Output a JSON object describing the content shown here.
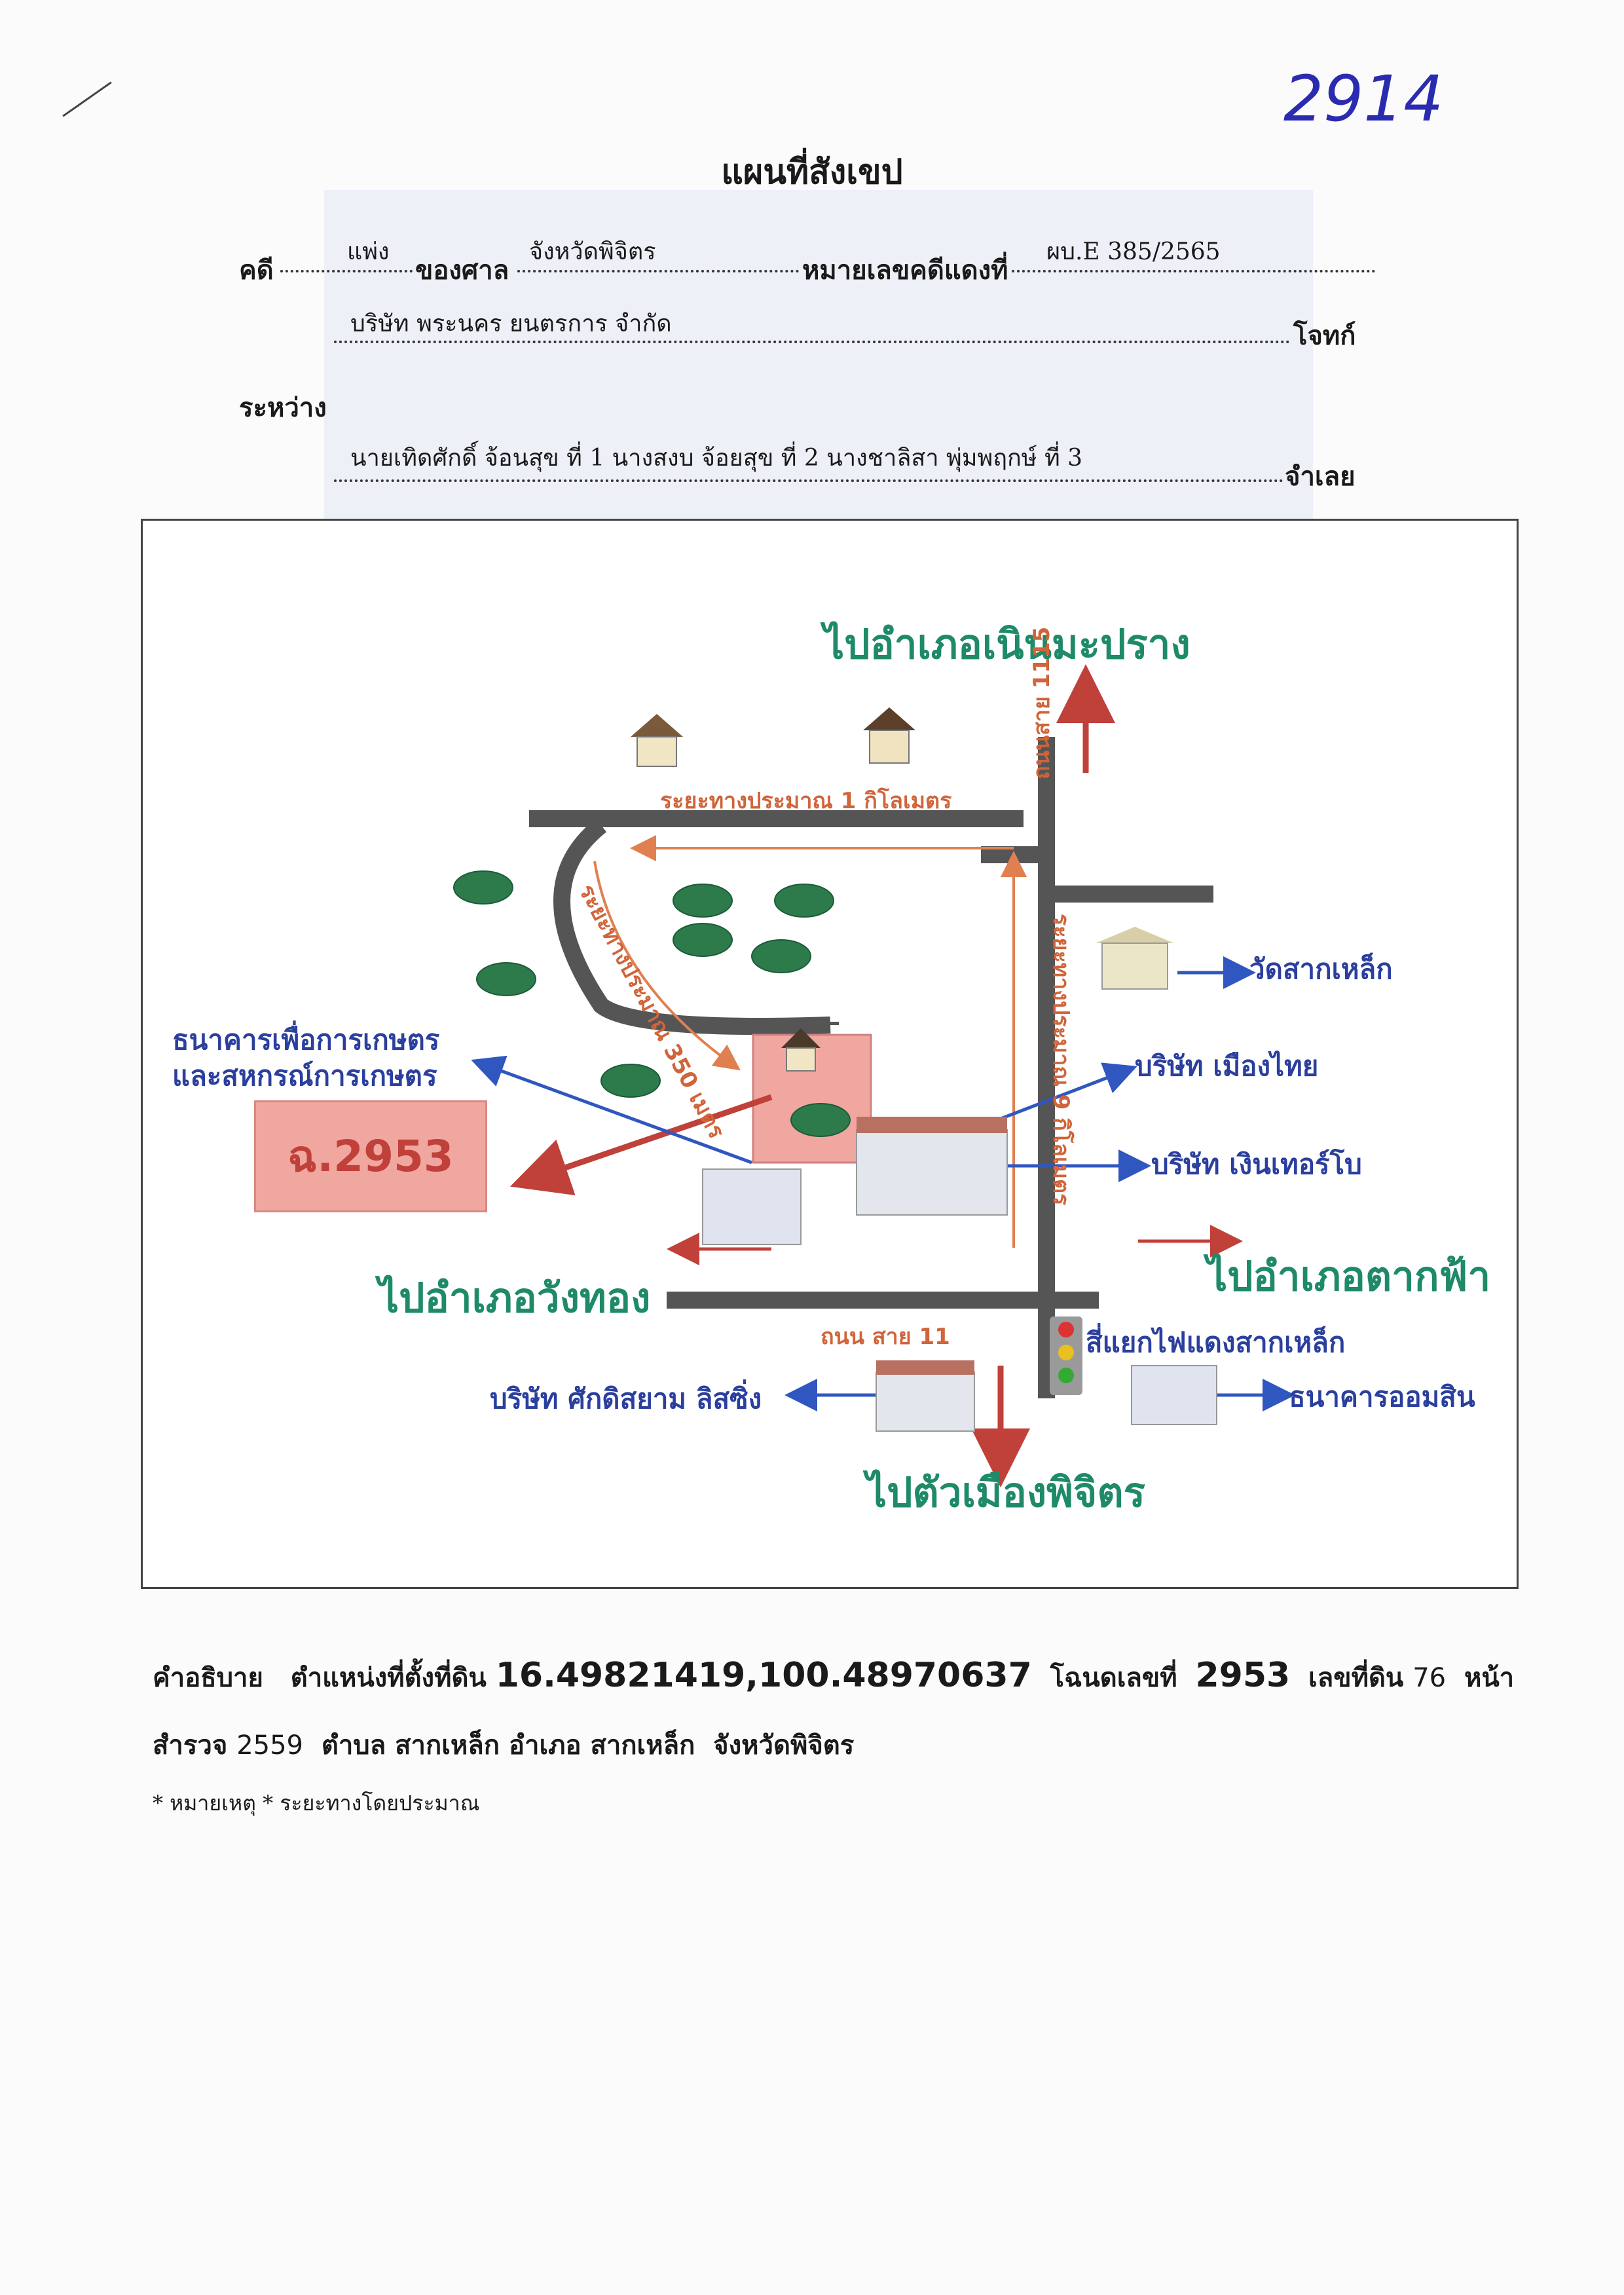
{
  "handwritten_number": "2914",
  "title": "แผนที่สังเขป",
  "header": {
    "case_label": "คดี",
    "case_type": "แพ่ง",
    "court_label": "ของศาล",
    "court": "จังหวัดพิจิตร",
    "red_number_label": "หมายเลขคดีแดงที่",
    "red_number": "ผบ.E 385/2565",
    "plaintiff": "บริษัท พระนคร ยนตรการ จำกัด",
    "plaintiff_label": "โจทก์",
    "between_label": "ระหว่าง",
    "defendants": "นายเทิดศักดิ์ จ้อนสุข ที่ 1 นางสงบ จ้อยสุข ที่ 2 นางชาลิสา พุ่มพฤกษ์ ที่ 3",
    "defendant_label": "จำเลย"
  },
  "map": {
    "to_noen_maprang": "ไปอำเภอเนินมะปราง",
    "to_wang_thong": "ไปอำเภอวังทอง",
    "to_tak_fa": "ไปอำเภอตากฟ้า",
    "to_phichit": "ไปตัวเมืองพิจิตร",
    "road_1115": "ถนนสาย 1115",
    "road_11": "ถนน สาย 11",
    "distance_1km": "ระยะทางประมาณ 1 กิโลเมตร",
    "distance_350m": "ระยะทางประมาณ 350 เมตร",
    "distance_9km": "ระยะทางประมาณ 9 กิโลเมตร",
    "temple": "วัดสากเหล็ก",
    "muang_thai": "บริษัท เมืองไทย",
    "ngern_turbo": "บริษัท เงินเทอร์โบ",
    "traffic_light": "สี่แยกไฟแดงสากเหล็ก",
    "gsb": "ธนาคารออมสิน",
    "saksiam": "บริษัท ศักดิสยาม ลิสซิ่ง",
    "baac_line1": "ธนาคารเพื่อการเกษตร",
    "baac_line2": "และสหกรณ์การเกษตร",
    "deed_box": "ฉ.2953",
    "colors": {
      "road": "#555555",
      "arrow_red": "#c0403a",
      "arrow_blue": "#3057c0",
      "arrow_orange": "#e08050",
      "deed_fill": "#f0a7a0"
    }
  },
  "description": {
    "label": "คำอธิบาย",
    "location_label": "ตำแหน่งที่ตั้งที่ดิน",
    "coordinates": "16.49821419,100.48970637",
    "deed_label": "โฉนดเลขที่",
    "deed_number": "2953",
    "land_no_label": "เลขที่ดิน",
    "land_no": "76",
    "page_label": "หน้า",
    "survey_label": "สำรวจ",
    "survey_no": "2559",
    "subdistrict_label": "ตำบล",
    "subdistrict": "สากเหล็ก",
    "district_label": "อำเภอ",
    "district": "สากเหล็ก",
    "province": "จังหวัดพิจิตร"
  },
  "note": "* หมายเหตุ * ระยะทางโดยประมาณ"
}
